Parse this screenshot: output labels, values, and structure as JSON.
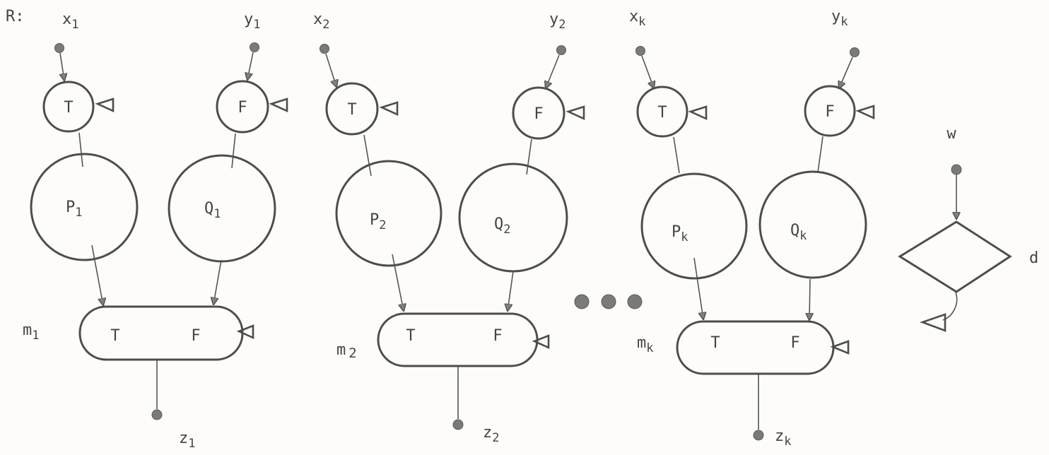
{
  "diagram": {
    "prefix": "R:",
    "modules": [
      {
        "x": {
          "base": "x",
          "sub": "1"
        },
        "y": {
          "base": "y",
          "sub": "1"
        },
        "t": "T",
        "f": "F",
        "p": {
          "base": "P",
          "sub": "1"
        },
        "q": {
          "base": "Q",
          "sub": "1"
        },
        "m": {
          "base": "m",
          "sub": "1"
        },
        "mt": "T",
        "mf": "F",
        "z": {
          "base": "z",
          "sub": "1"
        }
      },
      {
        "x": {
          "base": "x",
          "sub": "2"
        },
        "y": {
          "base": "y",
          "sub": "2"
        },
        "t": "T",
        "f": "F",
        "p": {
          "base": "P",
          "sub": "2"
        },
        "q": {
          "base": "Q",
          "sub": "2"
        },
        "m": {
          "base": "m",
          "sub": "2"
        },
        "mt": "T",
        "mf": "F",
        "z": {
          "base": "z",
          "sub": "2"
        }
      },
      {
        "x": {
          "base": "x",
          "sub": "k"
        },
        "y": {
          "base": "y",
          "sub": "k"
        },
        "t": "T",
        "f": "F",
        "p": {
          "base": "P",
          "sub": "k"
        },
        "q": {
          "base": "Q",
          "sub": "k"
        },
        "m": {
          "base": "m",
          "sub": "k"
        },
        "mt": "T",
        "mf": "F",
        "z": {
          "base": "z",
          "sub": "k"
        }
      }
    ],
    "decision": {
      "w": "w",
      "d": "d"
    }
  }
}
